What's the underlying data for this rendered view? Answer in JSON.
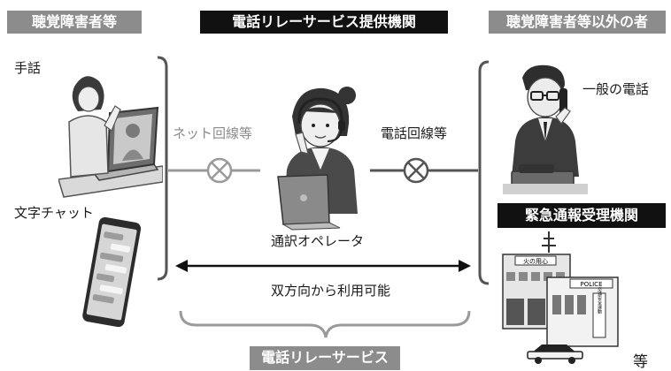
{
  "headers": {
    "left": "聴覚障害者等",
    "center": "電話リレーサービス提供機関",
    "right": "聴覚障害者等以外の者",
    "emergency": "緊急通報受理機関"
  },
  "left_side": {
    "hand_sign_label": "手話",
    "text_chat_label": "文字チャット"
  },
  "center": {
    "net_line_label": "ネット回線等",
    "phone_line_label": "電話回線等",
    "operator_label": "通訳オペレータ",
    "bidirectional_label": "双方向から利用可能"
  },
  "right_side": {
    "general_phone_label": "一般の電話",
    "etc_label": "等",
    "fire_sign": "火の用心",
    "police_sign": "POLICE",
    "safety_sign": "交通安全運動"
  },
  "bottom": {
    "service_label": "電話リレーサービス"
  },
  "colors": {
    "header_gray": "#8c8c8c",
    "header_dark": "#111111",
    "line_gray": "#9a9a9a"
  }
}
